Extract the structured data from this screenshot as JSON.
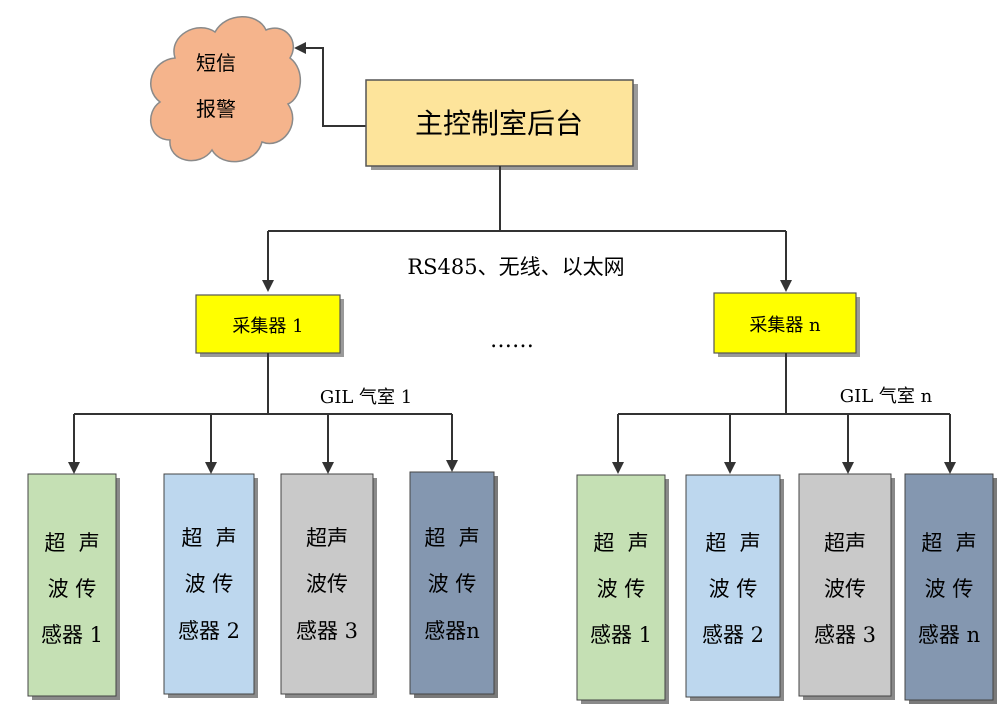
{
  "cloud": {
    "line1": "短信",
    "line2": "报警"
  },
  "main_box": {
    "label": "主控制室后台"
  },
  "link_label": "RS485、无线、以太网",
  "ellipsis": "……",
  "collectors": [
    {
      "label": "采集器 1",
      "gil_label": "GIL 气室 1",
      "sensors": [
        {
          "l1": "超  声",
          "l2": "波 传",
          "l3": "感器 1"
        },
        {
          "l1": "超  声",
          "l2": "波 传",
          "l3": "感器 2"
        },
        {
          "l1": "超声",
          "l2": "波传",
          "l3": "感器 3"
        },
        {
          "l1": "超  声",
          "l2": "波 传",
          "l3": "感器n"
        }
      ]
    },
    {
      "label": "采集器 n",
      "gil_label": "GIL 气室 n",
      "sensors": [
        {
          "l1": "超  声",
          "l2": "波 传",
          "l3": "感器 1"
        },
        {
          "l1": "超  声",
          "l2": "波 传",
          "l3": "感器 2"
        },
        {
          "l1": "超声",
          "l2": "波传",
          "l3": "感器 3"
        },
        {
          "l1": "超  声",
          "l2": "波 传",
          "l3": "感器 n"
        }
      ]
    }
  ],
  "colors": {
    "main_box": "#fde49b",
    "collector": "#ffff00",
    "cloud": "#f5b48c",
    "sensor_green": "#c5e0b4",
    "sensor_blue": "#bdd7ee",
    "sensor_gray": "#c9c9c9",
    "sensor_slate": "#8497b0"
  }
}
